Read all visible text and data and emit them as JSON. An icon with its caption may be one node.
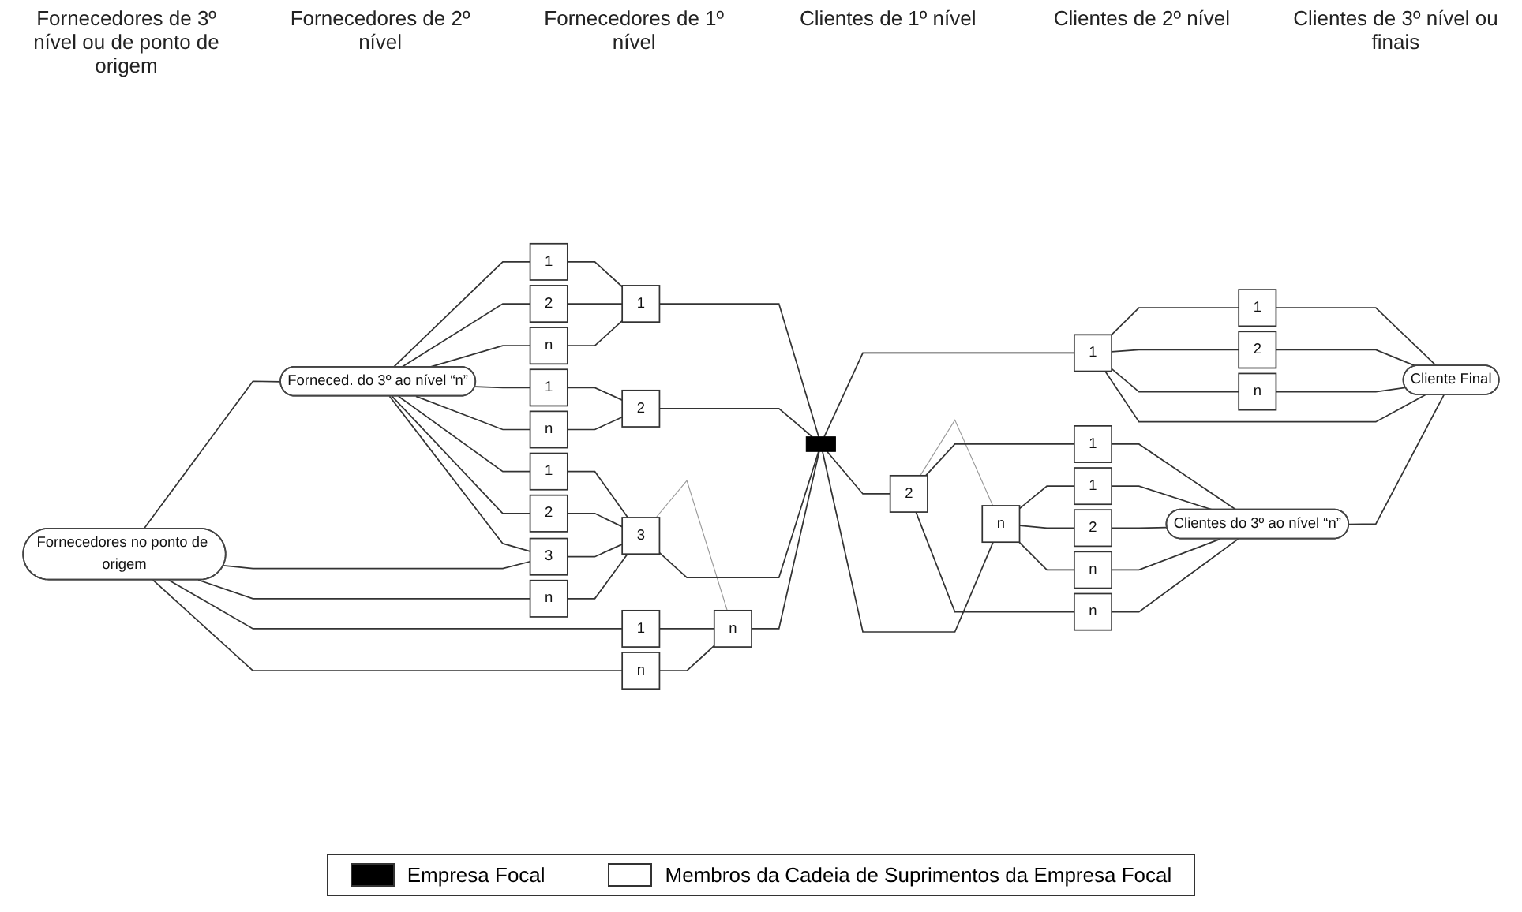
{
  "diagram": {
    "nodes": [
      {
        "text": [
          "Fornecedores no ponto de origem"
        ]
      },
      {
        "text": [
          "Forneced. do 3º ao nível “n”"
        ]
      },
      {
        "text": [
          "1"
        ]
      },
      {
        "text": [
          "2"
        ]
      },
      {
        "text": [
          "n"
        ]
      },
      {
        "text": [
          "1"
        ]
      },
      {
        "text": [
          "n"
        ]
      },
      {
        "text": [
          "1"
        ]
      },
      {
        "text": [
          "2"
        ]
      },
      {
        "text": [
          "3"
        ]
      },
      {
        "text": [
          "n"
        ]
      },
      {
        "text": [
          "1"
        ]
      },
      {
        "text": [
          "n"
        ]
      },
      {
        "text": [
          "1"
        ]
      },
      {
        "text": [
          "2"
        ]
      },
      {
        "text": [
          "3"
        ]
      },
      {
        "text": [
          "n"
        ]
      },
      {
        "text": [],
        "shape": "box"
      },
      {
        "text": [
          "1"
        ]
      },
      {
        "text": [
          "2"
        ]
      },
      {
        "text": [
          "n"
        ]
      },
      {
        "text": [
          "1"
        ]
      },
      {
        "text": [
          "2"
        ]
      },
      {
        "text": [
          "n"
        ]
      },
      {
        "text": [
          "1"
        ]
      },
      {
        "text": [
          "n"
        ]
      },
      {
        "text": [
          "1"
        ]
      },
      {
        "text": [
          "2"
        ]
      },
      {
        "text": [
          "n"
        ]
      },
      {
        "text": [
          "Clientes do 3º ao nível “n”"
        ]
      },
      {
        "text": [
          "Cliente Final"
        ]
      }
    ],
    "edges": [
      {
        "from": 0,
        "to": 1,
        "arrow": "none"
      },
      {
        "from": 1,
        "to": 2,
        "arrow": "none"
      },
      {
        "from": 1,
        "to": 3,
        "arrow": "none"
      },
      {
        "from": 1,
        "to": 4,
        "arrow": "none"
      },
      {
        "from": 1,
        "to": 5,
        "arrow": "none"
      },
      {
        "from": 1,
        "to": 6,
        "arrow": "none"
      },
      {
        "from": 1,
        "to": 7,
        "arrow": "none"
      },
      {
        "from": 1,
        "to": 8,
        "arrow": "none"
      },
      {
        "from": 1,
        "to": 9,
        "arrow": "none"
      },
      {
        "from": 0,
        "to": 9,
        "arrow": "none"
      },
      {
        "from": 0,
        "to": 10,
        "arrow": "none"
      },
      {
        "from": 0,
        "to": 11,
        "arrow": "none"
      },
      {
        "from": 0,
        "to": 12,
        "arrow": "none"
      },
      {
        "from": 2,
        "to": 13,
        "arrow": "none"
      },
      {
        "from": 3,
        "to": 13,
        "arrow": "none"
      },
      {
        "from": 4,
        "to": 13,
        "arrow": "none"
      },
      {
        "from": 5,
        "to": 14,
        "arrow": "none"
      },
      {
        "from": 6,
        "to": 14,
        "arrow": "none"
      },
      {
        "from": 7,
        "to": 15,
        "arrow": "none"
      },
      {
        "from": 8,
        "to": 15,
        "arrow": "none"
      },
      {
        "from": 9,
        "to": 15,
        "arrow": "none"
      },
      {
        "from": 10,
        "to": 15,
        "arrow": "none"
      },
      {
        "from": 11,
        "to": 16,
        "arrow": "none"
      },
      {
        "from": 12,
        "to": 16,
        "arrow": "none"
      },
      {
        "from": 15,
        "to": 16,
        "arrow": "none",
        "color": "#999999"
      },
      {
        "from": 13,
        "to": 17,
        "arrow": "none"
      },
      {
        "from": 14,
        "to": 17,
        "arrow": "none"
      },
      {
        "from": 15,
        "to": 17,
        "arrow": "none"
      },
      {
        "from": 16,
        "to": 17,
        "arrow": "none"
      },
      {
        "from": 17,
        "to": 18,
        "arrow": "none"
      },
      {
        "from": 17,
        "to": 19,
        "arrow": "none"
      },
      {
        "from": 17,
        "to": 20,
        "arrow": "none"
      },
      {
        "from": 19,
        "to": 20,
        "arrow": "none",
        "color": "#999999"
      },
      {
        "from": 18,
        "to": 21,
        "arrow": "none"
      },
      {
        "from": 18,
        "to": 22,
        "arrow": "none"
      },
      {
        "from": 18,
        "to": 23,
        "arrow": "none"
      },
      {
        "from": 18,
        "to": 30,
        "arrow": "none"
      },
      {
        "from": 19,
        "to": 24,
        "arrow": "none"
      },
      {
        "from": 19,
        "to": 25,
        "arrow": "none"
      },
      {
        "from": 20,
        "to": 26,
        "arrow": "none"
      },
      {
        "from": 20,
        "to": 27,
        "arrow": "none"
      },
      {
        "from": 20,
        "to": 28,
        "arrow": "none"
      },
      {
        "from": 21,
        "to": 30,
        "arrow": "none"
      },
      {
        "from": 22,
        "to": 30,
        "arrow": "none"
      },
      {
        "from": 23,
        "to": 30,
        "arrow": "none"
      },
      {
        "from": 24,
        "to": 29,
        "arrow": "none"
      },
      {
        "from": 25,
        "to": 29,
        "arrow": "none"
      },
      {
        "from": 26,
        "to": 29,
        "arrow": "none"
      },
      {
        "from": 27,
        "to": 29,
        "arrow": "none"
      },
      {
        "from": 28,
        "to": 29,
        "arrow": "none"
      },
      {
        "from": 29,
        "to": 30,
        "arrow": "none"
      }
    ],
    "labels": [
      "Fornecedores de 3º nível ou de ponto de origem",
      "Fornecedores de 2º nível",
      "Fornecedores de 1º nível",
      "Clientes de 1º nível",
      "Clientes de 2º nível",
      "Clientes de 3º nível ou finais"
    ],
    "legend": [
      {
        "text": "Empresa Focal",
        "color": "#000000"
      },
      {
        "text": "Membros da Cadeia de Suprimentos da Empresa Focal",
        "color": "#ffffff"
      }
    ]
  }
}
